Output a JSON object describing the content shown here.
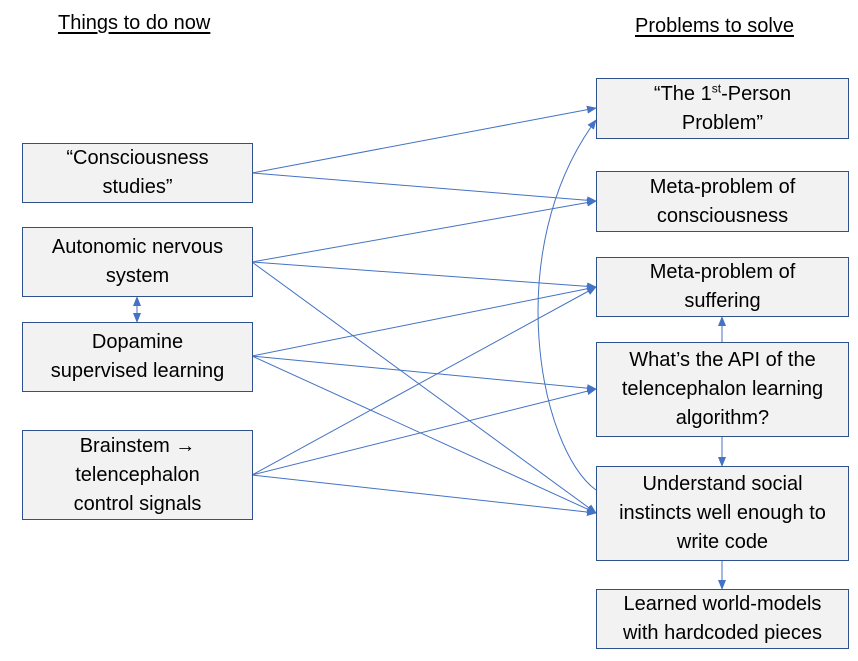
{
  "headings": {
    "left": "Things to do now",
    "right": "Problems to solve"
  },
  "colors": {
    "box_fill": "#f2f2f2",
    "box_border": "#2f528f",
    "edge": "#4472c4"
  },
  "left_nodes": [
    {
      "id": "consciousness-studies",
      "lines": [
        "“Consciousness",
        "studies”"
      ]
    },
    {
      "id": "autonomic-nervous-system",
      "lines": [
        "Autonomic nervous",
        "system"
      ]
    },
    {
      "id": "dopamine-supervised-learning",
      "lines": [
        "Dopamine",
        "supervised learning"
      ]
    },
    {
      "id": "brainstem-control-signals",
      "lines": [
        "Brainstem →",
        "telencephalon",
        "control signals"
      ]
    }
  ],
  "right_nodes": [
    {
      "id": "first-person-problem",
      "line1_pre": "“The 1",
      "line1_sup": "st",
      "line1_post": "-Person",
      "line2": "Problem”"
    },
    {
      "id": "meta-problem-consciousness",
      "lines": [
        "Meta-problem of",
        "consciousness"
      ]
    },
    {
      "id": "meta-problem-suffering",
      "lines": [
        "Meta-problem of",
        "suffering"
      ]
    },
    {
      "id": "telencephalon-api",
      "lines": [
        "What’s the API of the",
        "telencephalon learning",
        "algorithm?"
      ]
    },
    {
      "id": "understand-social-instincts",
      "lines": [
        "Understand social",
        "instincts well enough to",
        "write code"
      ]
    },
    {
      "id": "learned-world-models",
      "lines": [
        "Learned world-models",
        "with hardcoded pieces"
      ]
    }
  ],
  "edges": [
    {
      "from": "consciousness-studies",
      "to": "first-person-problem",
      "type": "arrow"
    },
    {
      "from": "consciousness-studies",
      "to": "meta-problem-consciousness",
      "type": "arrow"
    },
    {
      "from": "autonomic-nervous-system",
      "to": "meta-problem-consciousness",
      "type": "arrow"
    },
    {
      "from": "autonomic-nervous-system",
      "to": "meta-problem-suffering",
      "type": "arrow"
    },
    {
      "from": "autonomic-nervous-system",
      "to": "understand-social-instincts",
      "type": "arrow"
    },
    {
      "from": "dopamine-supervised-learning",
      "to": "meta-problem-suffering",
      "type": "arrow"
    },
    {
      "from": "dopamine-supervised-learning",
      "to": "telencephalon-api",
      "type": "arrow"
    },
    {
      "from": "dopamine-supervised-learning",
      "to": "understand-social-instincts",
      "type": "arrow"
    },
    {
      "from": "brainstem-control-signals",
      "to": "meta-problem-suffering",
      "type": "arrow"
    },
    {
      "from": "brainstem-control-signals",
      "to": "telencephalon-api",
      "type": "arrow"
    },
    {
      "from": "brainstem-control-signals",
      "to": "understand-social-instincts",
      "type": "arrow"
    },
    {
      "from": "understand-social-instincts",
      "to": "first-person-problem",
      "type": "curved-arrow"
    },
    {
      "from": "telencephalon-api",
      "to": "meta-problem-suffering",
      "type": "arrow"
    },
    {
      "from": "telencephalon-api",
      "to": "understand-social-instincts",
      "type": "arrow"
    },
    {
      "from": "understand-social-instincts",
      "to": "learned-world-models",
      "type": "arrow"
    },
    {
      "from": "autonomic-nervous-system",
      "to": "dopamine-supervised-learning",
      "type": "double-arrow"
    }
  ]
}
